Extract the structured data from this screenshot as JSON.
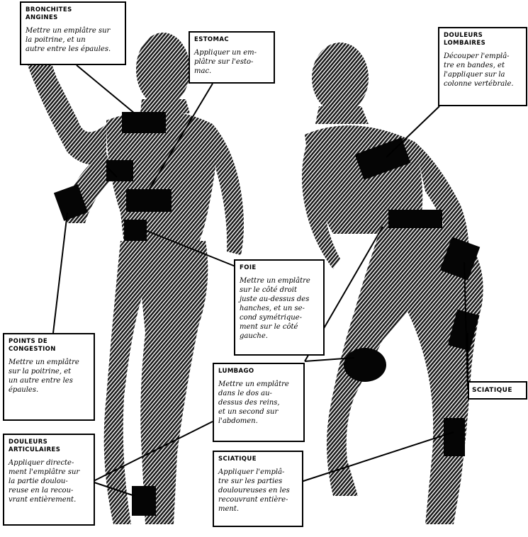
{
  "colors": {
    "ink": "#000000",
    "paper": "#ffffff",
    "figure": "#3a3a3a"
  },
  "labels": {
    "bronchites": {
      "title": "BRONCHITES\nANGINES",
      "text": "Mettre un emplâtre sur\nla poitrine, et un\nautre entre les épaules."
    },
    "estomac": {
      "title": "ESTOMAC",
      "text": "Appliquer un em-\nplâtre sur l'esto-\nmac."
    },
    "douleurs_lombaires": {
      "title": "DOULEURS\nLOMBAIRES",
      "text": "Découper l'emplâ-\ntre en bandes, et\nl'appliquer sur la\ncolonne vertébrale."
    },
    "foie": {
      "title": "FOIE",
      "text": "Mettre un emplâtre\nsur le côté droit\njuste au-dessus des\nhanches, et un se-\ncond symétrique-\nment sur le côté\ngauche."
    },
    "points_congestion": {
      "title": "POINTS DE\nCONGESTION",
      "text": "Mettre un emplâtre\nsur la poitrine, et\nun autre entre les\népaules."
    },
    "lumbago": {
      "title": "LUMBAGO",
      "text": "Mettre un emplâtre\ndans le dos au-\ndessus des reins,\net un second sur\nl'abdomen."
    },
    "sciatique_right": {
      "title": "SCIATIQUE"
    },
    "douleurs_articulaires": {
      "title": "DOULEURS\nARTICULAIRES",
      "text": "Appliquer directe-\nment l'emplâtre sur\nla partie doulou-\nreuse en la recou-\nvrant entièrement."
    },
    "sciatique": {
      "title": "SCIATIQUE",
      "text": "Appliquer l'emplâ-\ntre sur les parties\ndouloureuses en les\nrecouvrant entière-\nment."
    }
  }
}
